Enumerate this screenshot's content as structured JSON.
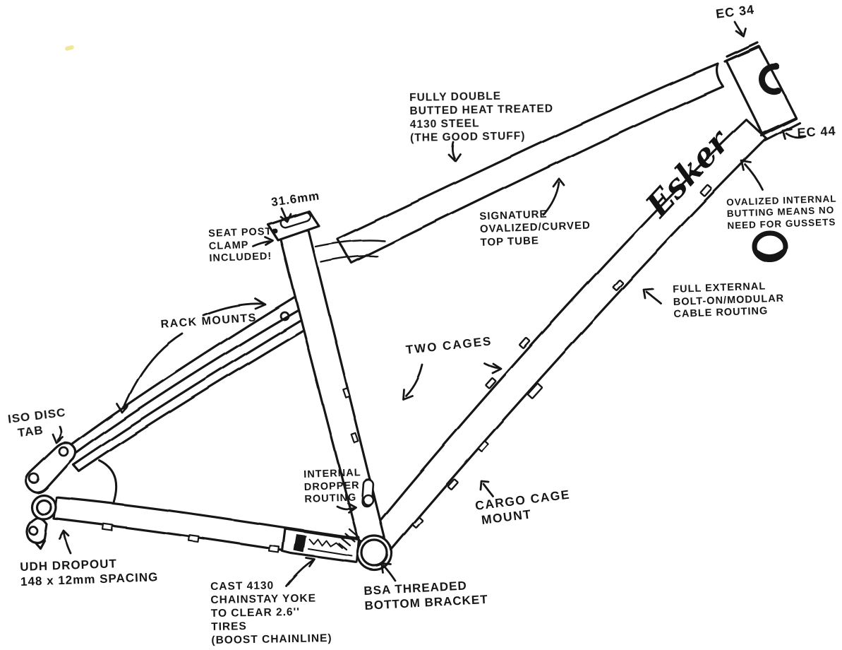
{
  "colors": {
    "ink": "#161616",
    "paper": "#ffffff",
    "speck": "#f1e79b"
  },
  "logo_text": "Esker",
  "annotations": {
    "ec34": "EC 34",
    "ec44": "EC 44",
    "tubing": "FULLY DOUBLE\nBUTTED HEAT TREATED\n4130 STEEL\n(THE GOOD STUFF)",
    "seatpost_diameter": "31.6mm",
    "seatpost_clamp": "SEAT POST\nCLAMP\nINCLUDED!",
    "top_tube": "SIGNATURE\nOVALIZED/CURVED\nTOP TUBE",
    "ovalized_butting": "OVALIZED INTERNAL\nBUTTING MEANS NO\nNEED FOR GUSSETS",
    "cable_routing": "FULL EXTERNAL\nBOLT-ON/MODULAR\nCABLE ROUTING",
    "rack_mounts": "RACK MOUNTS",
    "two_cages": "TWO CAGES",
    "iso_disc_tab": "ISO DISC\n  TAB",
    "dropper_routing": "INTERNAL\nDROPPER\nROUTING",
    "cargo_cage": "CARGO CAGE\n MOUNT",
    "udh_dropout": "UDH DROPOUT\n148 x 12mm SPACING",
    "chainstay_yoke": "CAST 4130\nCHAINSTAY YOKE\nTO CLEAR 2.6''\nTIRES\n(BOOST CHAINLINE)",
    "bottom_bracket": "BSA THREADED\nBOTTOM BRACKET"
  }
}
